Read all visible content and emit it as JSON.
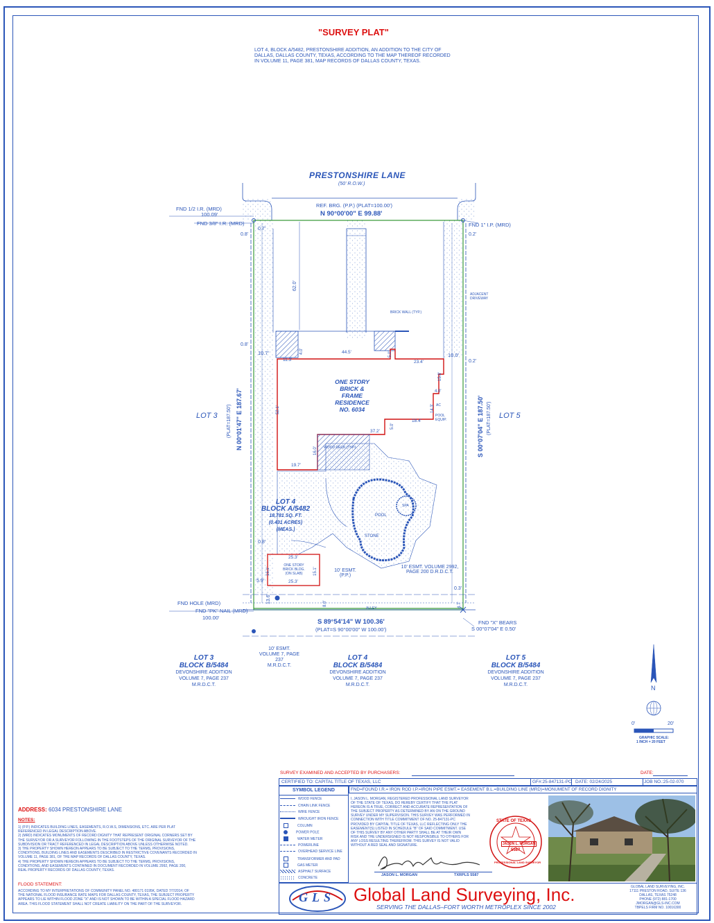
{
  "title": "\"SURVEY PLAT\"",
  "legal_desc": [
    "LOT 4, BLOCK A/5482, PRESTONSHIRE ADDITION, AN ADDITION TO THE CITY OF",
    "DALLAS, DALLAS COUNTY, TEXAS, ACCORDING TO THE MAP THEREOF RECORDED",
    "IN VOLUME 11, PAGE 381, MAP RECORDS OF DALLAS COUNTY, TEXAS."
  ],
  "street": {
    "name": "PRESTONSHIRE LANE",
    "row": "(50' R.O.W.)"
  },
  "plat": {
    "ref_brg": "REF. BRG. (P.P.) (PLAT=100.00')",
    "north_call": "N 90°00'00\" E   99.88'",
    "south_call": "S 89°54'14\" W   100.36'",
    "south_plat": "(PLAT=S 90°00'00\" W 100.00')",
    "west_call": "N 00°01'47\" E   187.67'",
    "west_plat": "(PLAT=187.50')",
    "east_call": "S 00°07'04\" E   187.50'",
    "east_plat": "(PLAT=187.50')",
    "fnd_tl_1": "FND 1/2 I.R. (MRD)",
    "fnd_tl_dist": "100.09'",
    "fnd_tl_2": "FND 3/8\" I.R. (MRD)",
    "fnd_tr": "FND 1\" I.P. (MRD)",
    "fnd_bl_1": "FND HOLE (MRD)",
    "fnd_bl_2": "FND \"PK\" NAIL (MRD)",
    "fnd_bl_dist": "100.00'",
    "fnd_br_1": "FND \"X\" BEARS",
    "fnd_br_2": "S 00°07'04\" E 0.50'",
    "house_1": "ONE STORY",
    "house_2": "BRICK & FRAME",
    "house_3": "RESIDENCE",
    "house_4": "NO. 6034",
    "lot4_1": "LOT 4",
    "lot4_2": "BLOCK A/5482",
    "lot4_3": "18,781 SQ. FT.",
    "lot4_4": "(0.431 ACRES)",
    "lot4_5": "(MEAS.)",
    "lot3": "LOT 3",
    "lot5": "LOT 5",
    "bldg_1": "ONE STORY",
    "bldg_2": "BRICK BLDG.",
    "bldg_3": "(ON SLAB)",
    "pool": "POOL",
    "spa": "SPA",
    "stone": "STONE",
    "wood_deck": "WOOD DECK (TYP.)",
    "brick_wall": "BRICK WALL (TYP.)",
    "adj_drive": "ADJACENT DRIVEWAY",
    "ac": "AC",
    "pool_equip": "POOL EQUIP.",
    "alley": "ALLEY",
    "esmt_pp": "10' ESMT. (P.P.)",
    "esmt_2992": "10' ESMT. VOLUME 2992, PAGE 200 D.R.D.C.T.",
    "dims": [
      "62.0'",
      "0.7'",
      "0.8'",
      "0.8'",
      "10.7'",
      "11.3'",
      "4.0'",
      "44.5'",
      "5.0'",
      "23.4'",
      "10.0'",
      "0.2'",
      "0.2'",
      "15.8'",
      "4.0'",
      "14.3'",
      "18.4'",
      "5.0'",
      "37.2'",
      "52.1'",
      "16.0'",
      "19.7'",
      "0.8'",
      "25.3'",
      "15.1'",
      "15.1'",
      "25.3'",
      "5.9'",
      "13.6'",
      "8.0'",
      "0.3'",
      "4.7'"
    ]
  },
  "bottom_lots": [
    {
      "lot": "LOT 3",
      "block": "BLOCK B/5484",
      "l1": "DEVONSHIRE ADDITION",
      "l2": "VOLUME 7, PAGE 237",
      "l3": "M.R.D.C.T."
    },
    {
      "lot": "LOT 4",
      "block": "BLOCK B/5484",
      "l1": "DEVONSHIRE ADDITION",
      "l2": "VOLUME 7, PAGE 237",
      "l3": "M.R.D.C.T."
    },
    {
      "lot": "LOT 5",
      "block": "BLOCK B/5484",
      "l1": "DEVONSHIRE ADDITION",
      "l2": "VOLUME 7, PAGE 237",
      "l3": "M.R.D.C.T."
    }
  ],
  "esmt_vol7": [
    "10' ESMT.",
    "VOLUME 7, PAGE 237",
    "M.R.D.C.T."
  ],
  "scale": {
    "zero": "0'",
    "twenty": "20'",
    "l1": "GRAPHIC SCALE:",
    "l2": "1 INCH = 20 FEET",
    "north": "N"
  },
  "address": {
    "label": "ADDRESS:",
    "value": "6034 PRESTONSHIRE LANE"
  },
  "notes_title": "NOTES:",
  "notes": [
    "1) (P.P.) INDICATES BUILDING LINES, EASEMENTS, R.O.W.S, DIMENSIONS, ETC. ARE PER PLAT",
    "REFERENCED IN LEGAL DESCRIPTION ABOVE.",
    "2) (MRD) INDICATES MONUMENTS OF RECORD DIGNITY THAT REPRESENT ORIGINAL CORNERS SET BY",
    "THE SURVEYOR OR A SURVEYOR FOLLOWING IN THE FOOTSTEPS OF THE ORIGINAL SURVEYOR OF THE",
    "SUBDIVISION OR TRACT REFERENCED IN LEGAL DESCRIPTION ABOVE UNLESS OTHERWISE NOTED.",
    "3) THE PROPERTY SHOWN HEREON APPEARS TO BE SUBJECT TO THE TERMS, PROVISIONS,",
    "CONDITIONS, BUILDING LINES AND EASEMENTS DESCRIBED IN RESTRICTIVE COVENANTS RECORDED IN",
    "VOLUME 11, PAGE 381, OF THE MAP RECORDS OF DALLAS COUNTY, TEXAS.",
    "4) THE PROPERTY SHOWN HEREON APPEARS TO BE SUBJECT TO THE TERMS, PROVISIONS,",
    "CONDITIONS, AND EASEMENTS CONTAINED IN DOCUMENT RECORDED IN VOLUME 2992, PAGE 200,",
    "REAL PROPERTY RECORDS OF DALLAS COUNTY, TEXAS."
  ],
  "flood_title": "FLOOD STATEMENT:",
  "flood": [
    "ACCORDING TO MY INTERPRETATIONS OF COMMUNITY PANEL NO. 480171 0195K, DATED 7/7/2014, OF",
    "THE NATIONAL FLOOD INSURANCE RATE MAPS FOR DALLAS COUNTY, TEXAS, THE SUBJECT PROPERTY",
    "APPEARS TO LIE WITHIN FLOOD ZONE \"X\" AND IS NOT SHOWN TO BE WITHIN A SPECIAL FLOOD HAZARD",
    "AREA. THIS FLOOD STATEMENT SHALL NOT CREATE LIABILITY ON THE PART OF THE SURVEYOR."
  ],
  "survey_accepted": "SURVEY EXAMINED AND ACCEPTED BY PURCHASERS:",
  "date_label": "DATE:",
  "certified": "CERTIFIED TO: CAPITAL TITLE OF TEXAS, LLC",
  "gf": "GF#:25-847131-PC",
  "date": "DATE: 02/24/2025",
  "job": "JOB NO.:25-02-070",
  "abbrev": "FND=FOUND  I.R.= IRON ROD  I.P.=IRON PIPE  ESMT.= EASEMENT  B.L.=BUILDING LINE  (MRD)=MONUMENT OF RECORD DIGNITY",
  "legend_title": "SYMBOL LEGEND",
  "legend": [
    "WOOD FENCE",
    "CHAIN LINK FENCE",
    "WIRE FENCE",
    "WROUGHT IRON FENCE",
    "COLUMN",
    "POWER POLE",
    "WATER METER",
    "POWERLINE",
    "OVERHEAD SERVICE LINE",
    "TRANSFORMER AND PAD",
    "GAS METER",
    "ASPHALT SURFACE",
    "CONCRETE"
  ],
  "cert_text": [
    "I, JASON L. MORGAN, REGISTERED PROFESSIONAL LAND SURVEYOR",
    "OF THE STATE OF TEXAS, DO HEREBY CERTIFY THAT THE PLAT",
    "HEREON IS A TRUE, CORRECT AND ACCURATE REPRESENTATION OF",
    "THE SUBJECT PROPERTY AS DETERMINED BY AN ON THE GROUND",
    "SURVEY UNDER MY SUPERVISION. THIS SURVEY WAS PERFORMED IN",
    "CONNECTION WITH TITLE COMMITMENT OF NO. 25-847131-PC",
    "PROVIDED BY CAPITAL TITLE OF TEXAS, LLC REFLECTING ONLY THE",
    "EASEMENT(S) LISTED IN SCHEDULE \"B\" OF SAID COMMITMENT. USE",
    "OF THIS SURVEY BY ANY OTHER PARTY SHALL BE AT THEIR OWN",
    "RISK AND THE UNDERSIGNED IS NOT RESPONSIBLE TO OTHERS FOR",
    "ANY LOSS RESULTING THEREFROM. THIS SURVEY IS NOT VALID",
    "WITHOUT A RED SEAL AND SIGNATURE."
  ],
  "signer": "JASON L. MORGAN",
  "rpls": "TXRPLS 5587",
  "seal": {
    "state": "STATE OF TEXAS",
    "name": "JASON L. MORGAN",
    "num": "5587",
    "bottom": "PROFESSIONAL LAND SURVEYOR"
  },
  "company": "Global Land Surveying, Inc.",
  "tagline": "SERVING THE DALLAS–FORT WORTH METROPLEX SINCE 2002",
  "logo_letters": "GLS",
  "company_info": [
    "GLOBAL LAND SURVEYING, INC.",
    "17111 PRESTON ROAD, SUITE 136",
    "DALLAS, TEXAS 75248",
    "PHONE (972) 881-1700",
    "JMORGAN@GLS-INC.COM",
    "TBPELS FIRM NO. 10016300"
  ],
  "colors": {
    "blue": "#2a55b8",
    "red": "#d11111",
    "green": "#3a9a3a"
  }
}
